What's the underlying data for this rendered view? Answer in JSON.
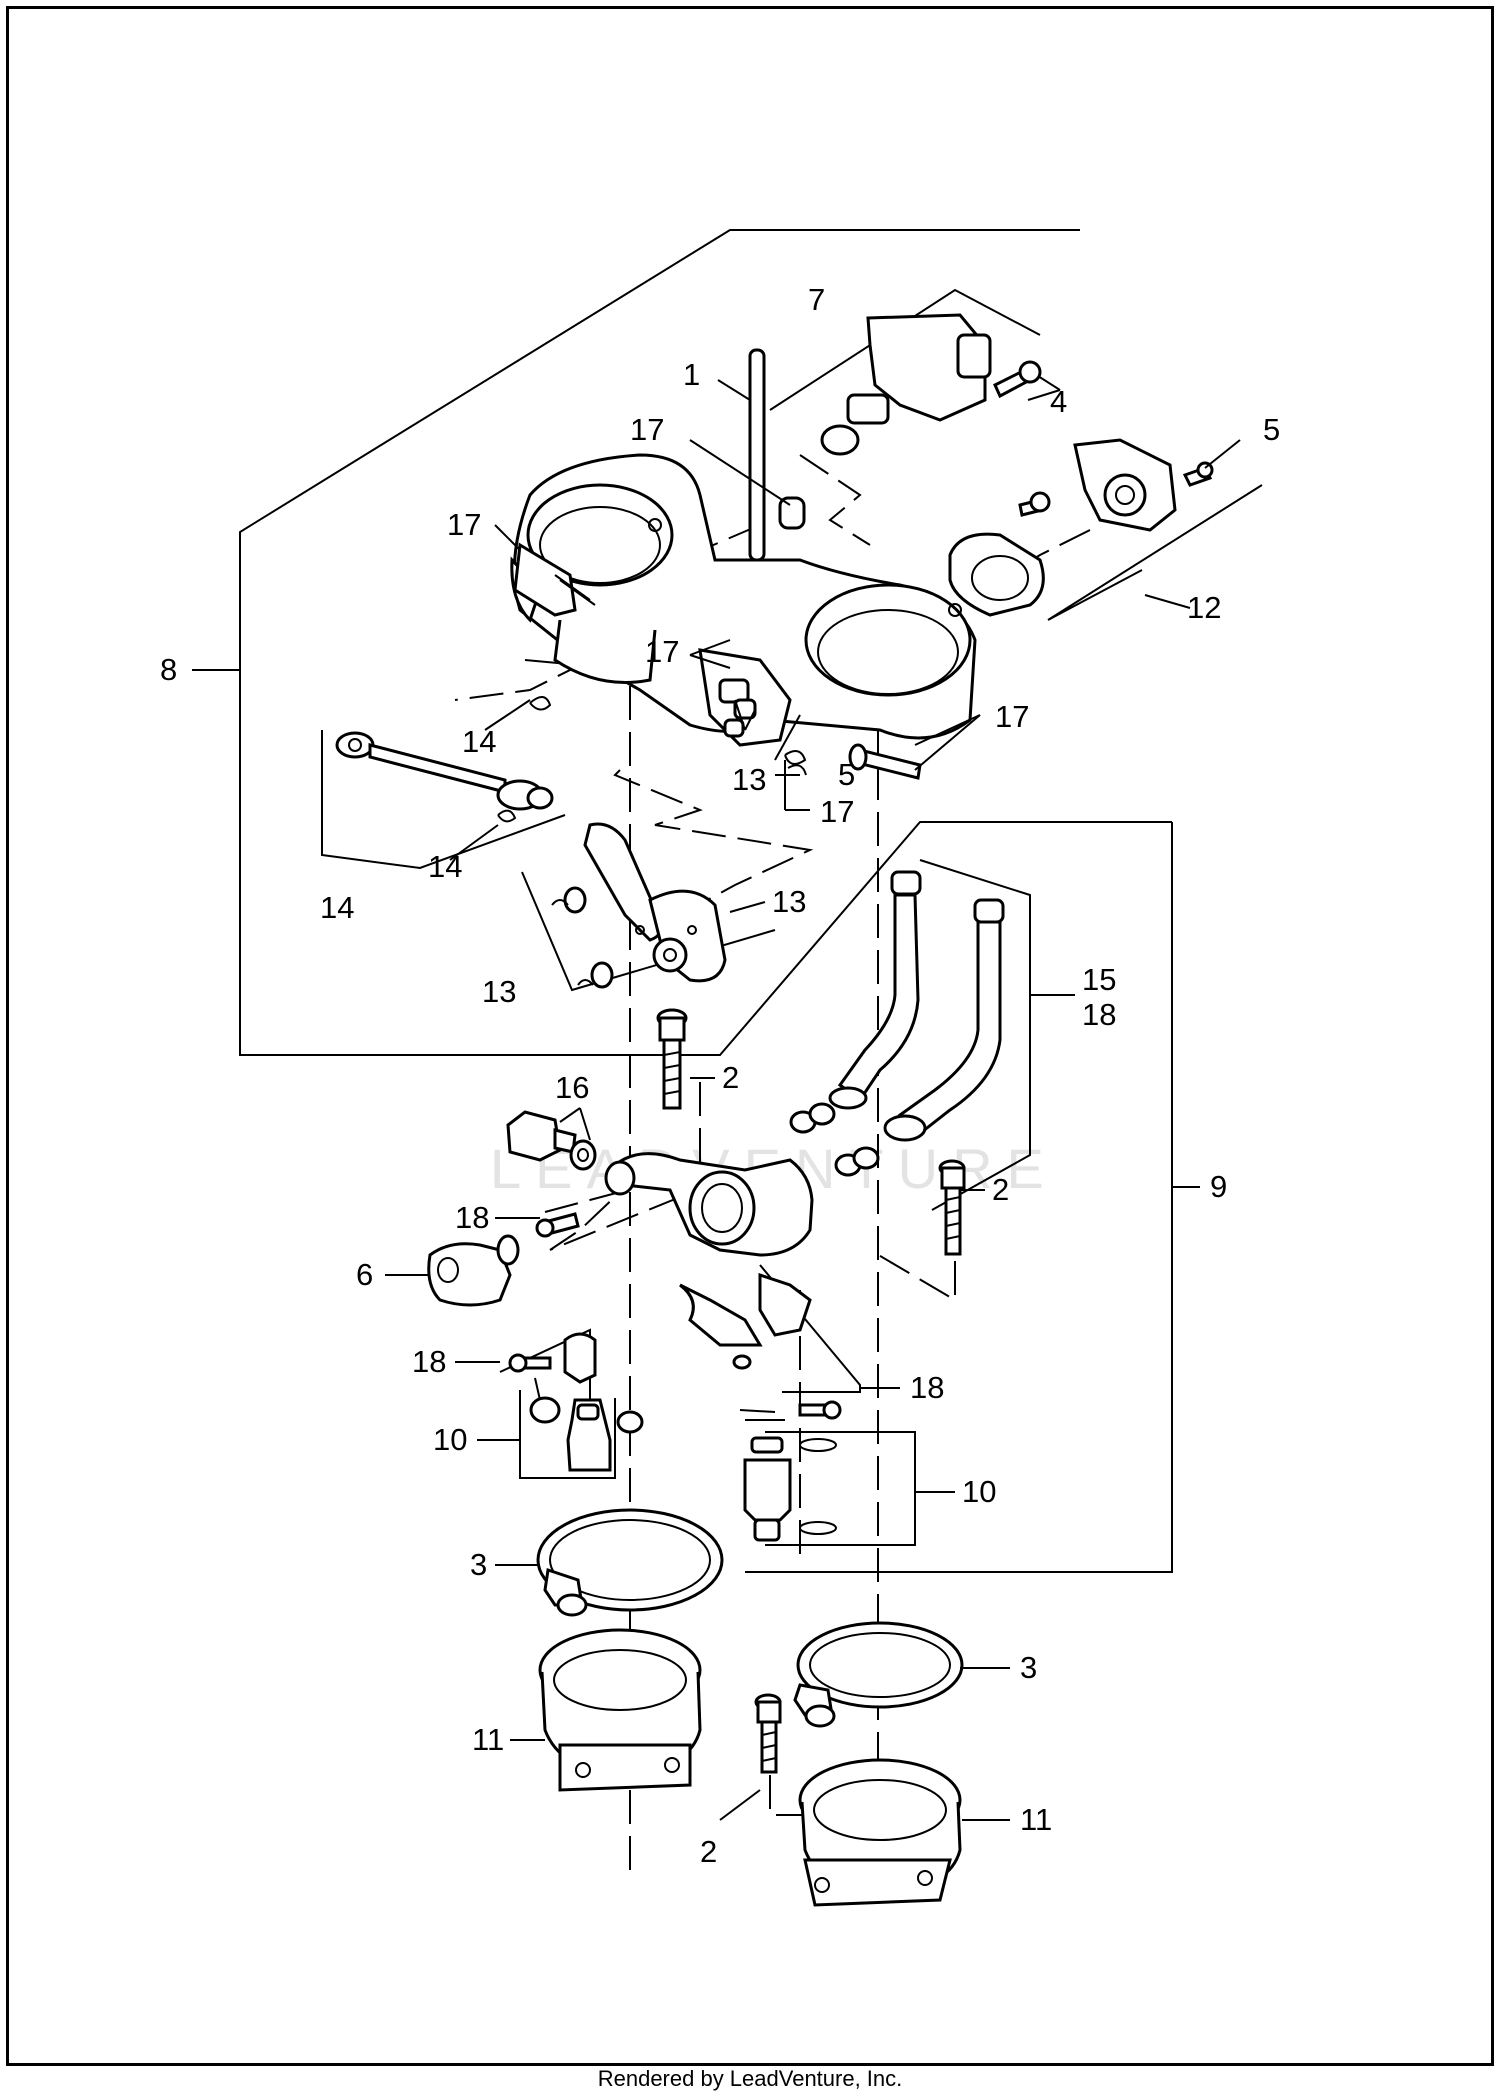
{
  "footer": "Rendered by LeadVenture, Inc.",
  "watermark": "LEADVENTURE",
  "callouts": [
    "1",
    "2",
    "3",
    "4",
    "5",
    "6",
    "7",
    "8",
    "9",
    "10",
    "11",
    "12",
    "13",
    "14",
    "15",
    "16",
    "17",
    "18"
  ]
}
